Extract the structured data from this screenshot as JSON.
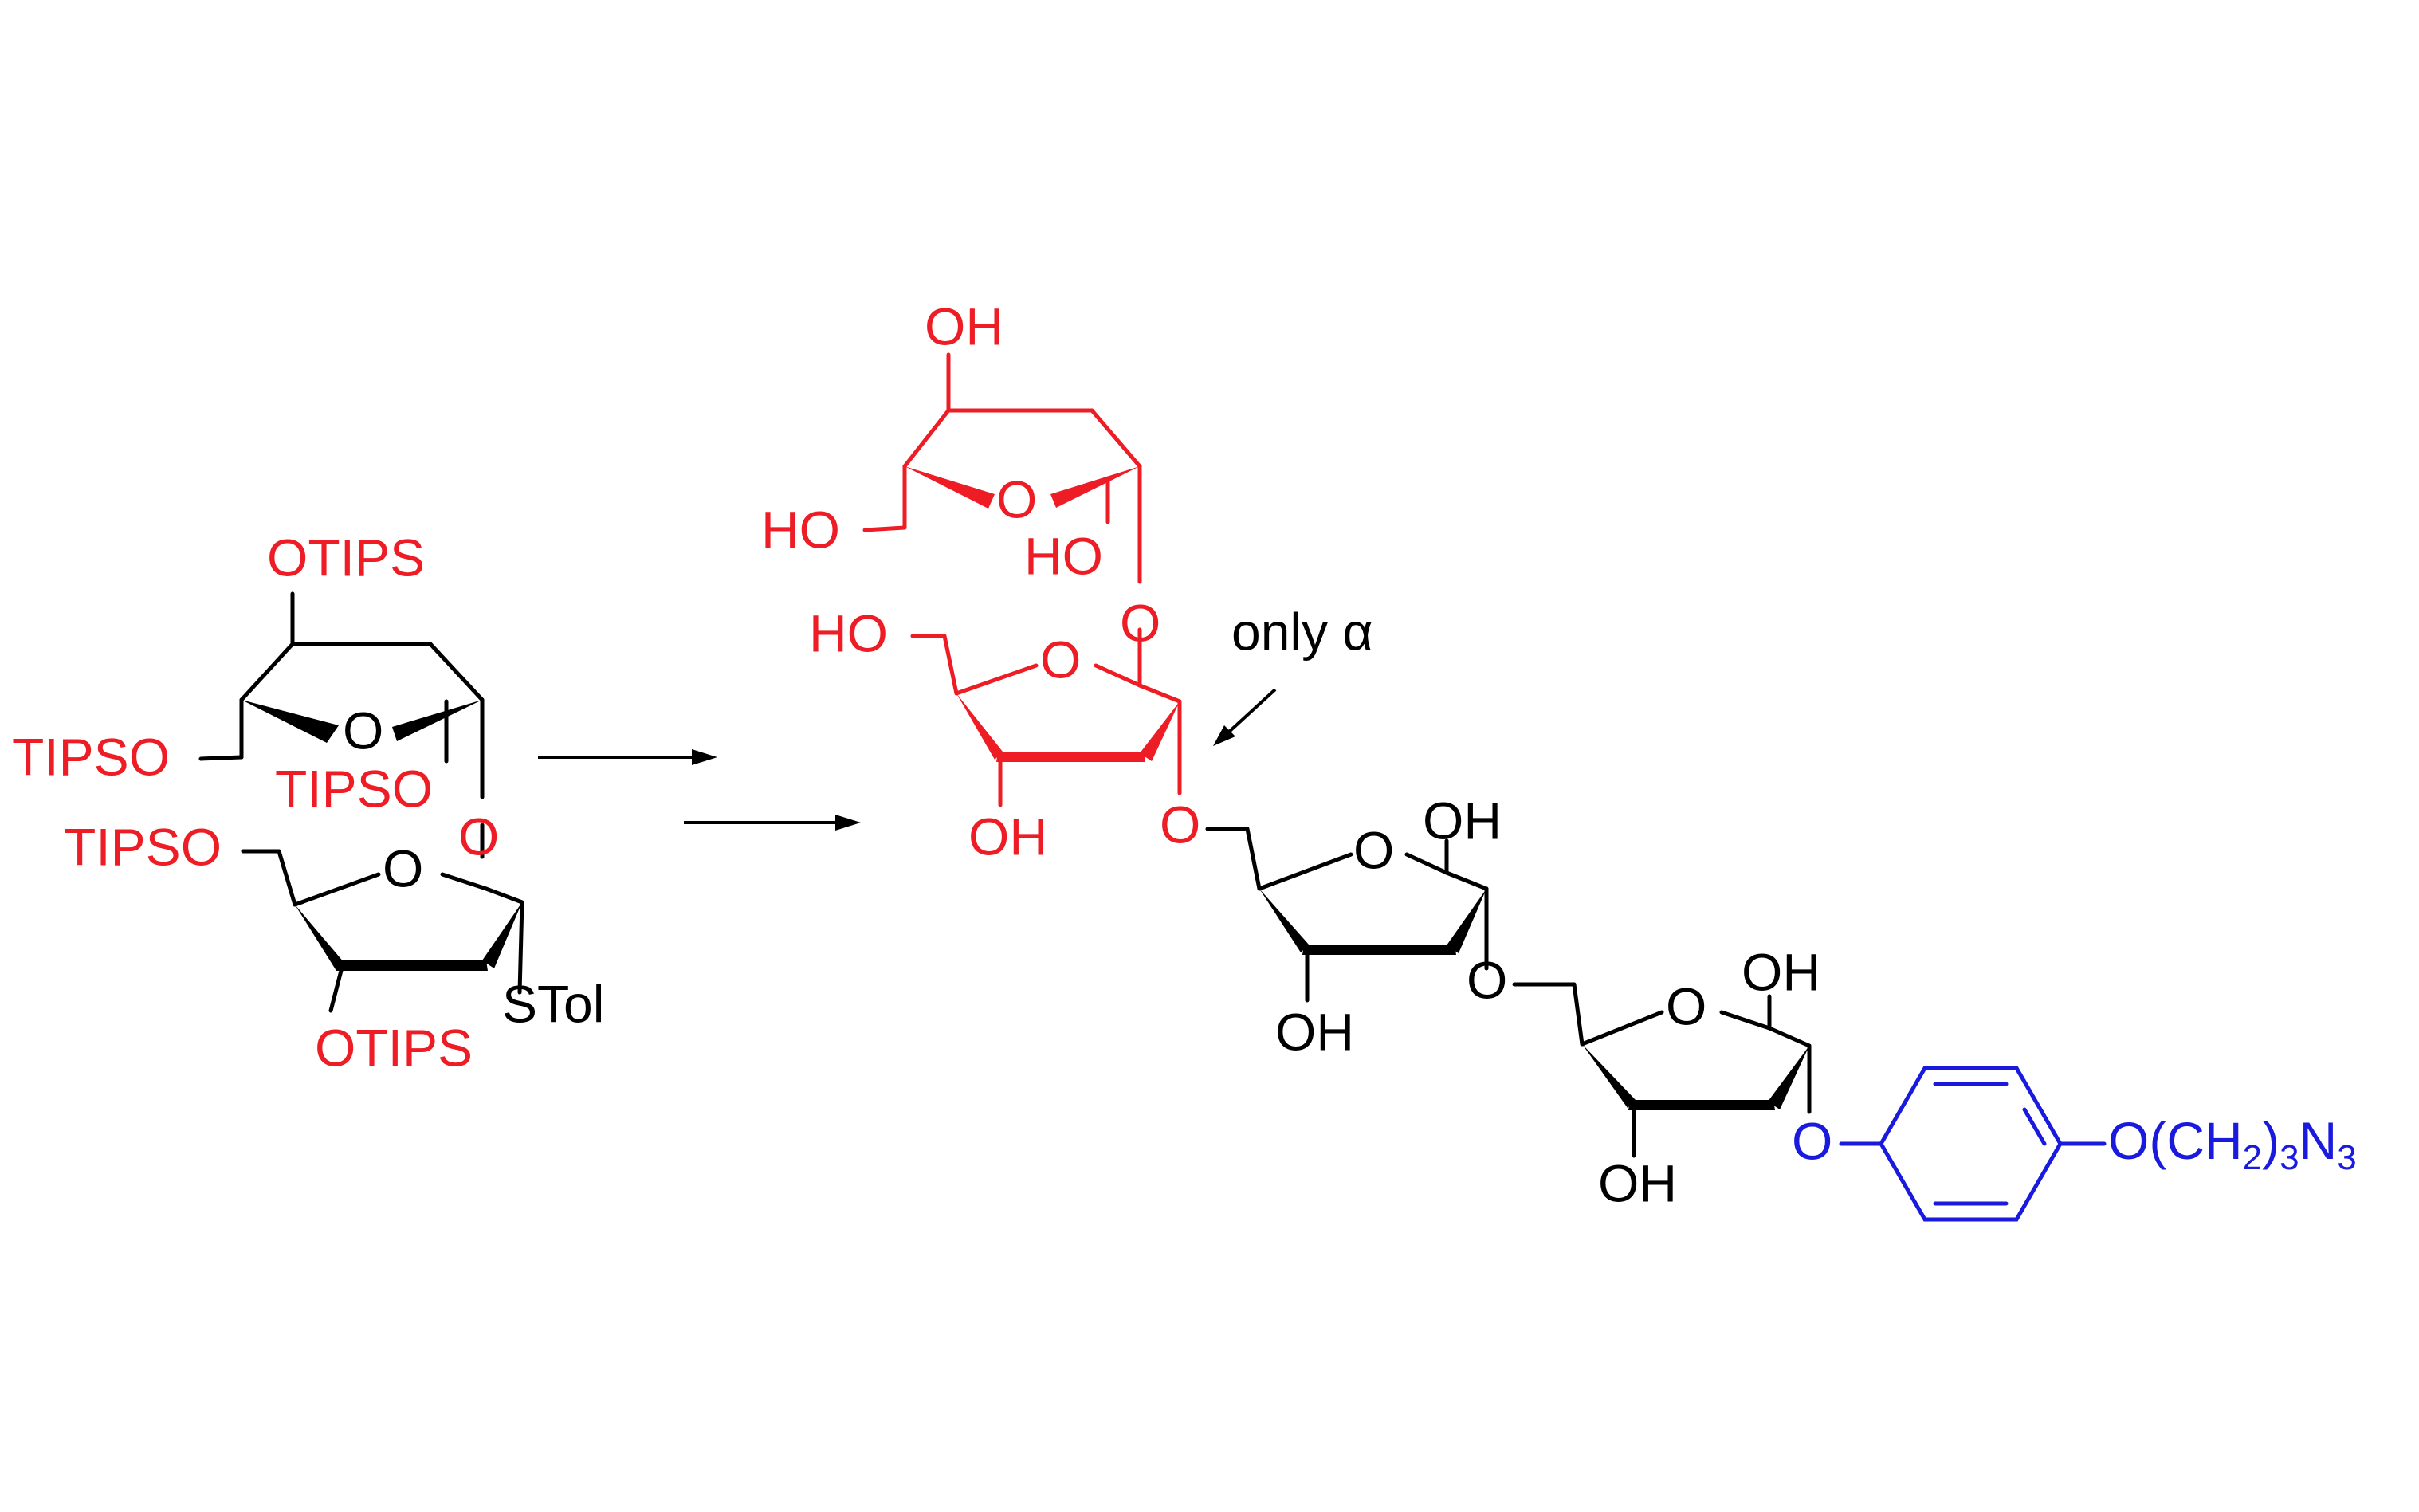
{
  "colors": {
    "black": "#000000",
    "red": "#ee1c25",
    "blue": "#1a1adf"
  },
  "donor": {
    "top_group": "OTIPS",
    "left_group": "TIPSO",
    "ring_o_upper": "O",
    "inner_group": "TIPSO",
    "linkage_o": "O",
    "lower_left_group": "TIPSO",
    "ring_o_lower": "O",
    "bottom_group": "OTIPS",
    "anomeric_group": "STol"
  },
  "product": {
    "top_oh": "OH",
    "left_ho": "HO",
    "ring_o_1": "O",
    "ho_2": "HO",
    "link_o_1": "O",
    "ho_3": "HO",
    "ring_o_2": "O",
    "oh_3": "OH",
    "link_o_2": "O",
    "ring_o_3": "O",
    "oh_4a": "OH",
    "oh_4b": "OH",
    "link_o_3": "O",
    "ring_o_4": "O",
    "oh_5a": "OH",
    "oh_5b": "OH",
    "aryl_o": "O",
    "linker": {
      "prefix": "O(CH",
      "sub1": "2",
      "mid": ")",
      "sub2": "3",
      "n": "N",
      "sub3": "3"
    }
  },
  "annotation": {
    "text": "only α"
  }
}
